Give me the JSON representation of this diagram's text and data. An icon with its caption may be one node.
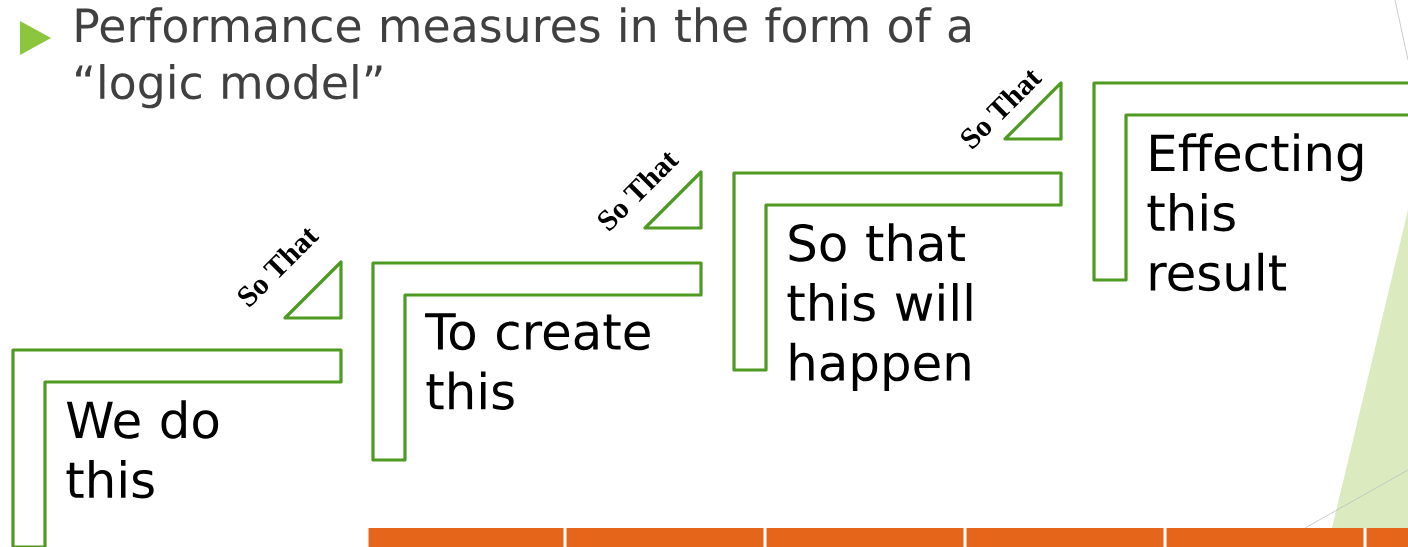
{
  "diagram": {
    "title": "Performance measures in the form of a “logic model”",
    "nodes": [
      {
        "text": [
          "We do this"
        ]
      },
      {
        "text": [
          "To create this"
        ]
      },
      {
        "text": [
          "So that this will happen"
        ]
      },
      {
        "text": [
          "Effecting this result"
        ]
      }
    ],
    "labels": [
      "So That",
      "So That",
      "So That"
    ]
  }
}
